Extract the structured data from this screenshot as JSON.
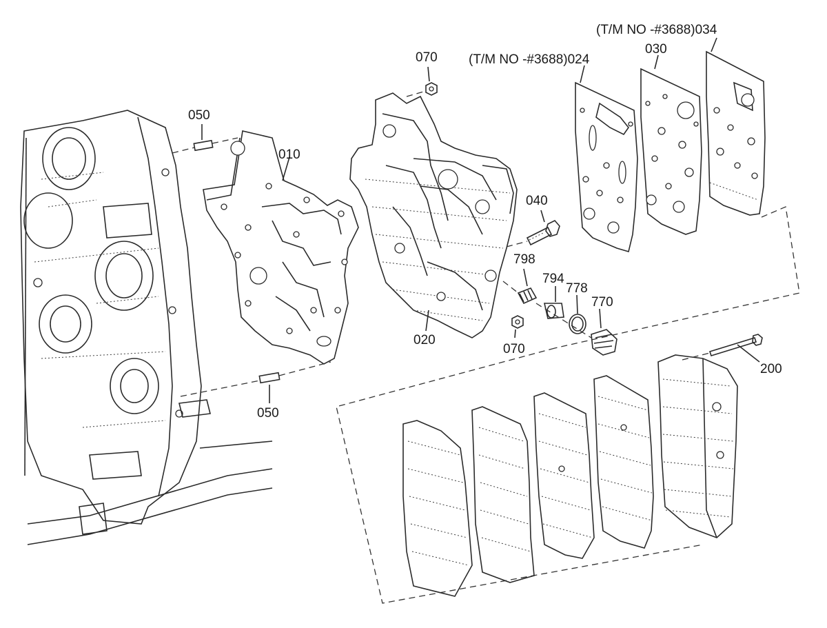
{
  "diagram": {
    "callouts": {
      "p050_top": "050",
      "p050_bottom": "050",
      "p010": "010",
      "p070_top": "070",
      "p070_bottom": "070",
      "p020": "020",
      "p040": "040",
      "p798": "798",
      "p794": "794",
      "p778": "778",
      "p770": "770",
      "p024": "(T/M NO -#3688)024",
      "p030": "030",
      "p034": "(T/M NO -#3688)034",
      "p200": "200"
    }
  }
}
